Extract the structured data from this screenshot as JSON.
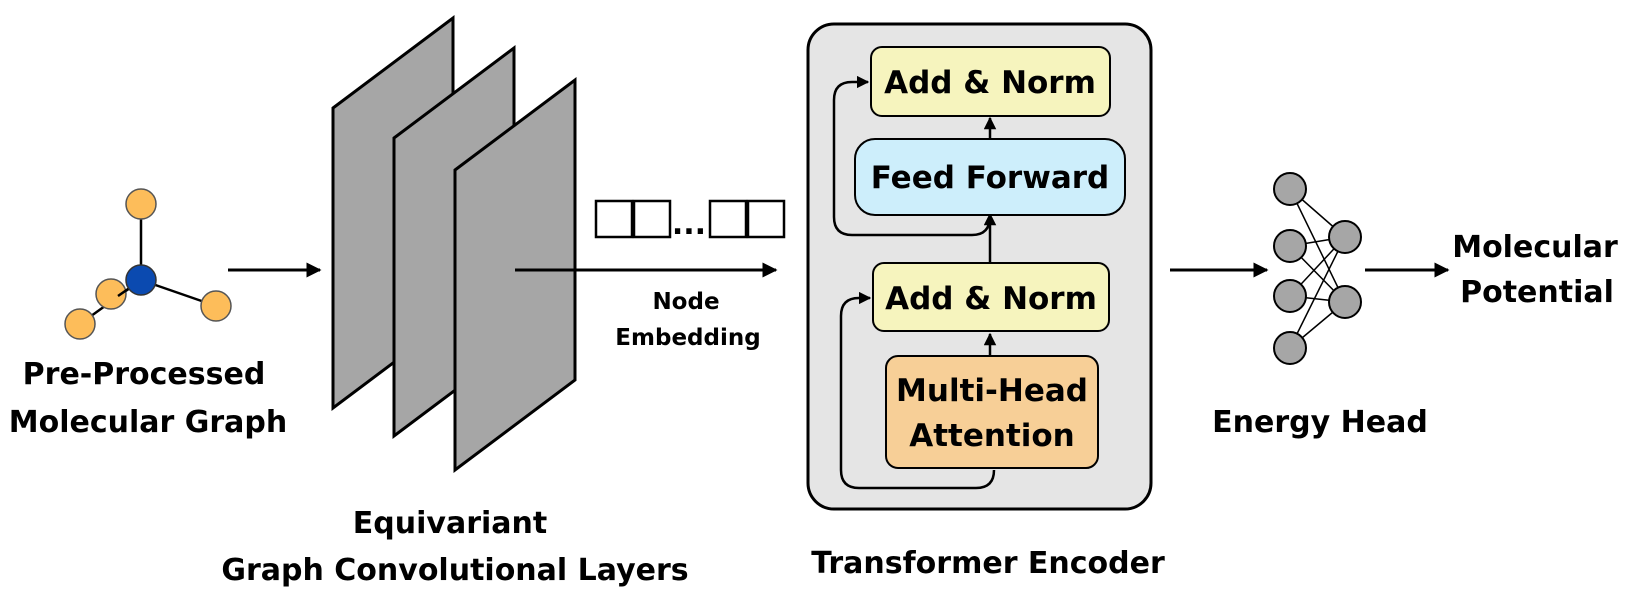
{
  "input": {
    "label_line1": "Pre-Processed",
    "label_line2": "Molecular Graph",
    "atom_color": "#FDBD5A",
    "center_atom_color": "#0B4AB0"
  },
  "gcn": {
    "label_line1": "Equivariant",
    "label_line2": "Graph Convolutional Layers",
    "layer_color": "#A6A6A6"
  },
  "embedding": {
    "ellipsis": "...",
    "label_line1": "Node",
    "label_line2": "Embedding"
  },
  "transformer": {
    "title": "Transformer Encoder",
    "add_norm_top": "Add & Norm",
    "feed_forward": "Feed Forward",
    "add_norm_bottom": "Add & Norm",
    "mha_line1": "Multi-Head",
    "mha_line2": "Attention",
    "colors": {
      "panel": "#E5E5E5",
      "add_norm": "#F6F4BE",
      "feed_forward": "#CDEEFB",
      "attention": "#F7CF97"
    }
  },
  "energy_head": {
    "label": "Energy Head",
    "node_color": "#A6A6A6"
  },
  "output": {
    "label_line1": "Molecular",
    "label_line2": "Potential"
  }
}
